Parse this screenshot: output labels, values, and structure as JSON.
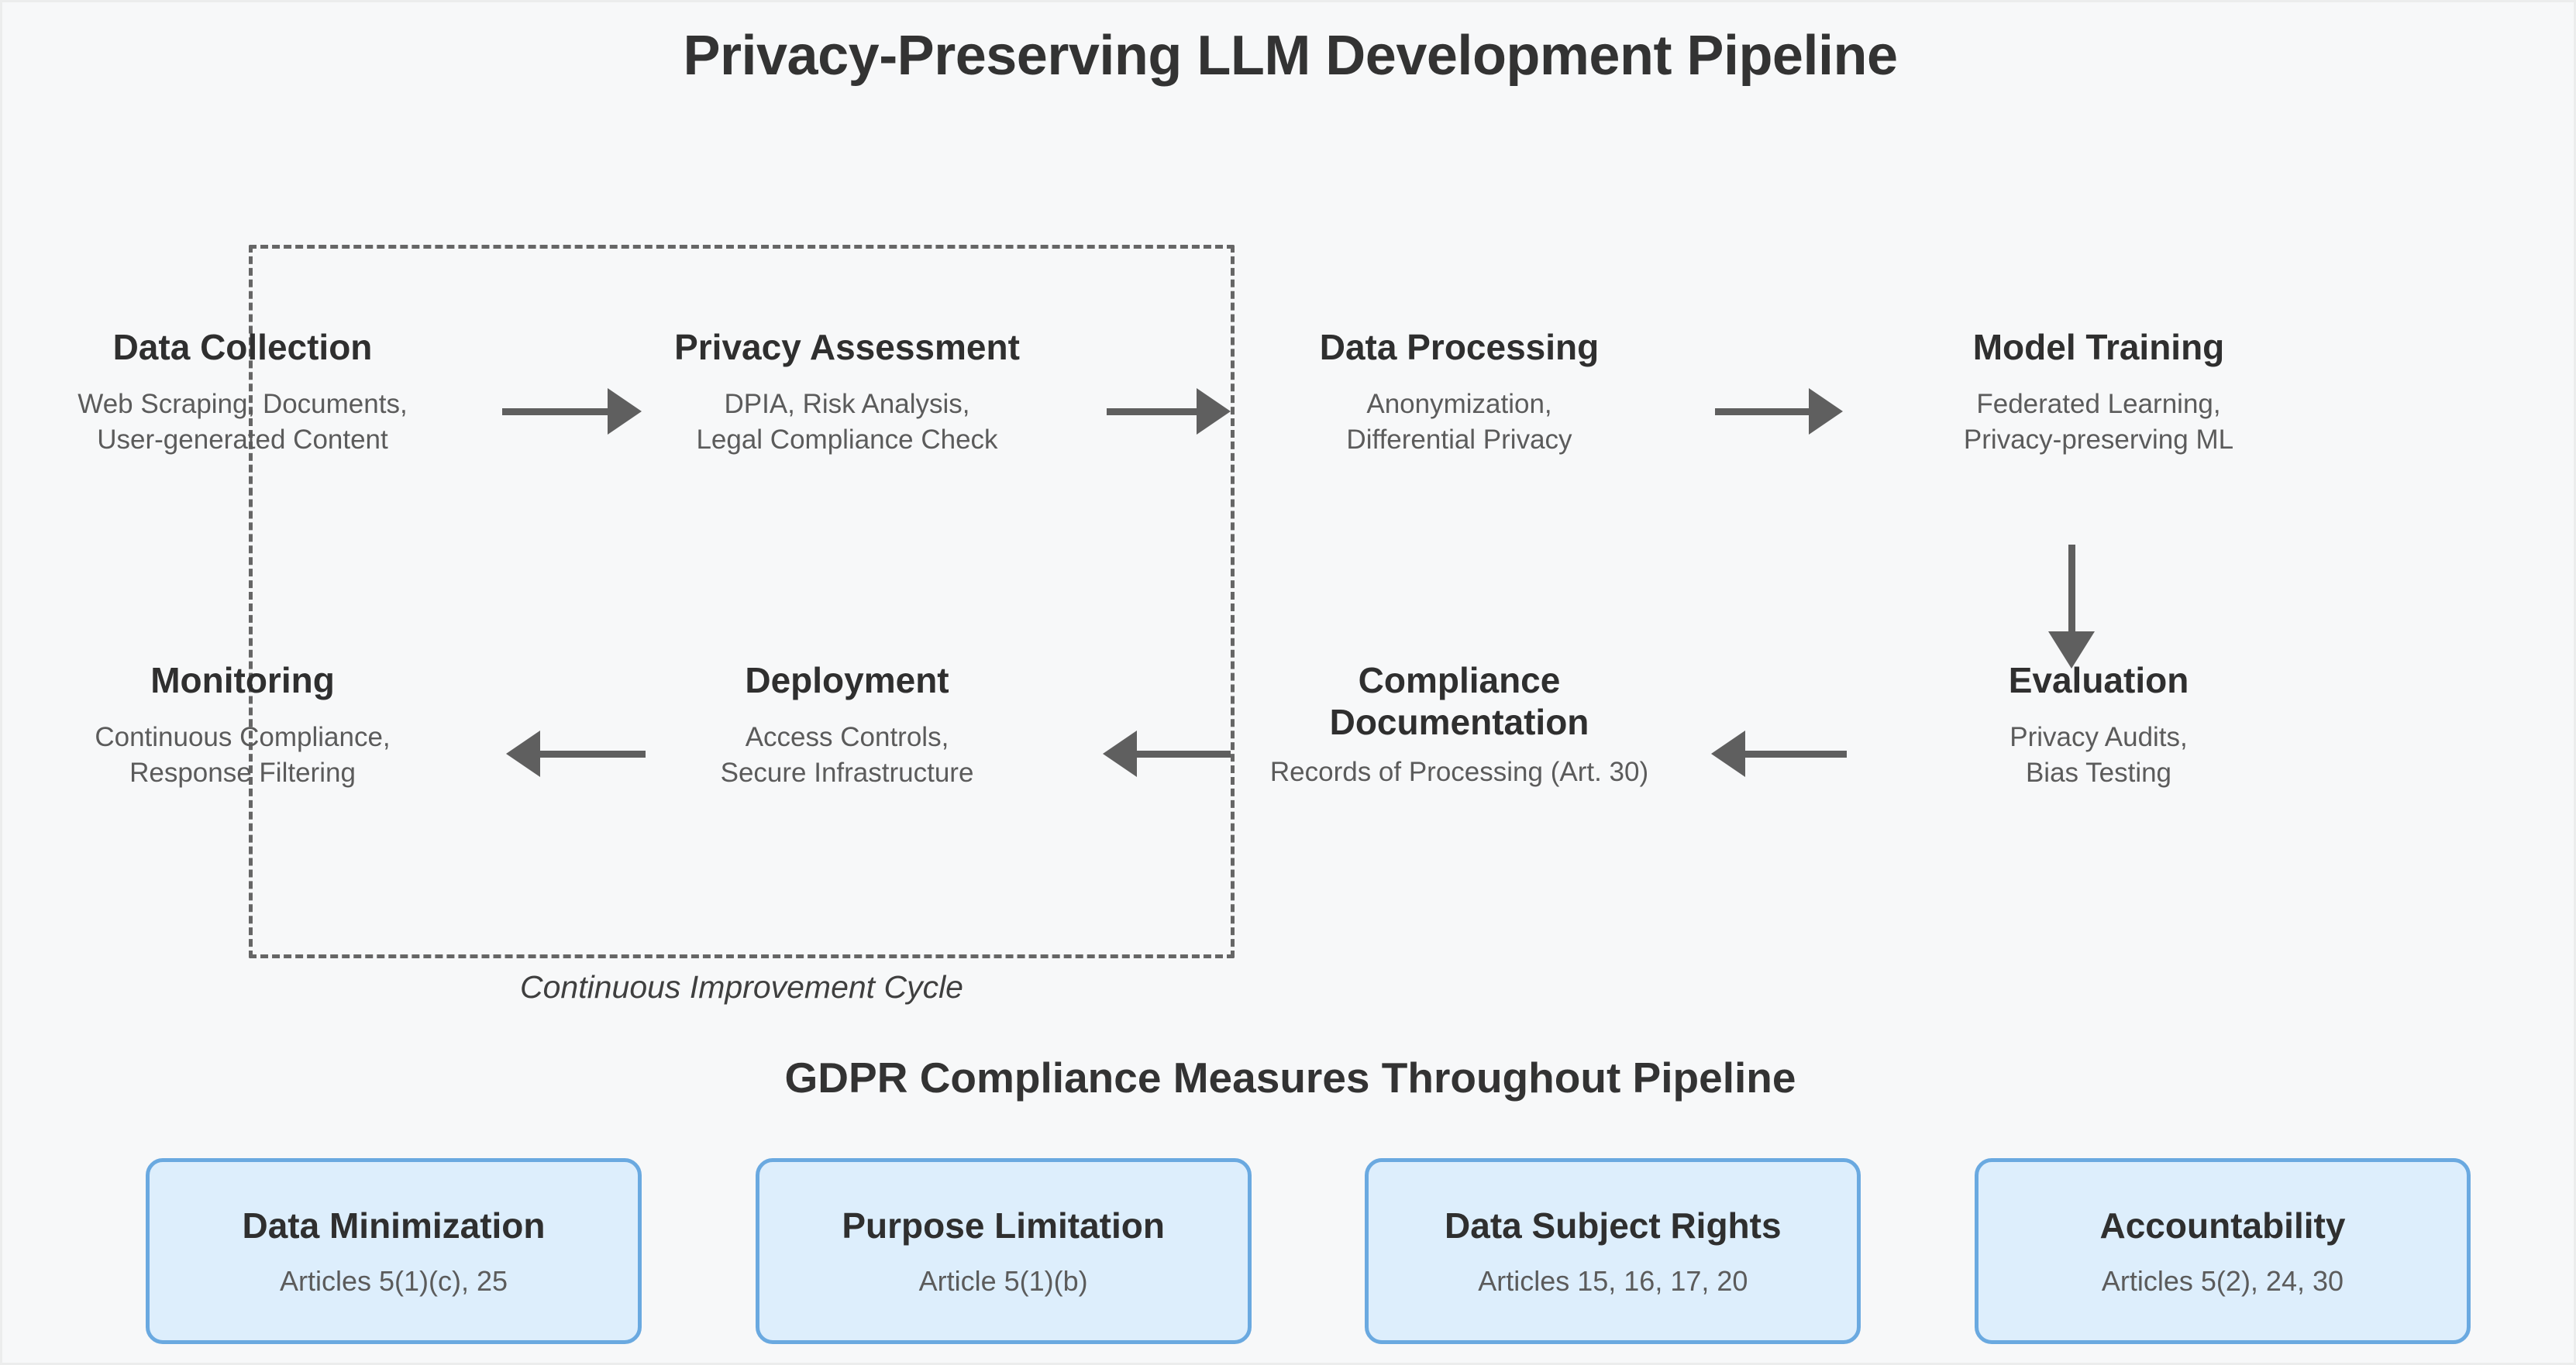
{
  "diagram": {
    "title": "Privacy-Preserving LLM Development Pipeline",
    "cycle_caption": "Continuous Improvement Cycle",
    "gdpr_heading": "GDPR Compliance Measures Throughout Pipeline",
    "colors": {
      "background": "#f7f8f9",
      "title_text": "#333333",
      "node_title_text": "#2f2f2f",
      "node_desc_text": "#5b5b5b",
      "arrow": "#5f5f5f",
      "dashed_cycle": "#666666",
      "card_fill": "#ddeefc",
      "card_border": "#6aa9e0"
    },
    "stages": [
      {
        "id": "data-collection",
        "title": "Data Collection",
        "desc": "Web Scraping, Documents,\nUser-generated Content"
      },
      {
        "id": "privacy-assessment",
        "title": "Privacy Assessment",
        "desc": "DPIA, Risk Analysis,\nLegal Compliance Check"
      },
      {
        "id": "data-processing",
        "title": "Data Processing",
        "desc": "Anonymization,\nDifferential Privacy"
      },
      {
        "id": "model-training",
        "title": "Model Training",
        "desc": "Federated Learning,\nPrivacy-preserving ML"
      },
      {
        "id": "evaluation",
        "title": "Evaluation",
        "desc": "Privacy Audits,\nBias Testing"
      },
      {
        "id": "compliance-documentation",
        "title": "Compliance\nDocumentation",
        "desc": "Records of Processing (Art. 30)"
      },
      {
        "id": "deployment",
        "title": "Deployment",
        "desc": "Access Controls,\nSecure Infrastructure"
      },
      {
        "id": "monitoring",
        "title": "Monitoring",
        "desc": "Continuous Compliance,\nResponse Filtering"
      }
    ],
    "gdpr_measures": [
      {
        "id": "data-minimization",
        "title": "Data Minimization",
        "articles": "Articles 5(1)(c), 25"
      },
      {
        "id": "purpose-limitation",
        "title": "Purpose Limitation",
        "articles": "Article 5(1)(b)"
      },
      {
        "id": "data-subject-rights",
        "title": "Data Subject Rights",
        "articles": "Articles 15, 16, 17, 20"
      },
      {
        "id": "accountability",
        "title": "Accountability",
        "articles": "Articles 5(2), 24, 30"
      }
    ]
  }
}
